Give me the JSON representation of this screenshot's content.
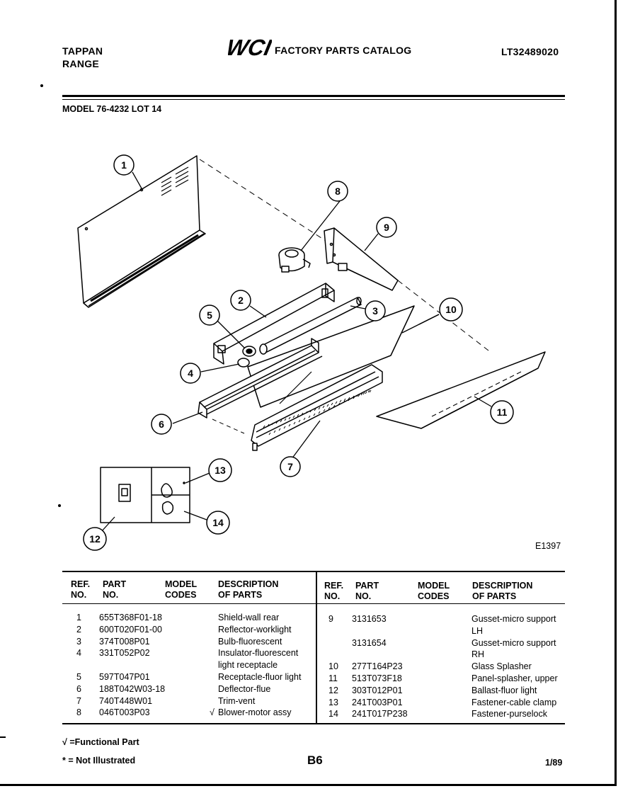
{
  "header": {
    "brand_line1": "TAPPAN",
    "brand_line2": "RANGE",
    "logo_text": "WCI",
    "catalog_title": "FACTORY PARTS CATALOG",
    "catalog_number": "LT32489020",
    "model": "MODEL 76-4232 LOT 14"
  },
  "diagram": {
    "figure_id": "E1397",
    "callouts": [
      "1",
      "2",
      "3",
      "4",
      "5",
      "6",
      "7",
      "8",
      "9",
      "10",
      "11",
      "12",
      "13",
      "14"
    ]
  },
  "table": {
    "left_headers": {
      "ref": "REF.\nNO.",
      "part": "PART\nNO.",
      "model": "MODEL\nCODES",
      "desc": "DESCRIPTION\nOF PARTS"
    },
    "right_headers": {
      "ref": "REF.\nNO.",
      "part": "PART\nNO.",
      "model": "MODEL\nCODES",
      "desc": "DESCRIPTION\nOF PARTS"
    },
    "left_rows": [
      {
        "ref": "1",
        "part": "655T368F01-18",
        "mark": "",
        "desc": "Shield-wall rear"
      },
      {
        "ref": "2",
        "part": "600T020F01-00",
        "mark": "",
        "desc": "Reflector-worklight"
      },
      {
        "ref": "3",
        "part": "374T008P01",
        "mark": "",
        "desc": "Bulb-fluorescent"
      },
      {
        "ref": "4",
        "part": "331T052P02",
        "mark": "",
        "desc": "Insulator-fluorescent"
      },
      {
        "ref": "",
        "part": "",
        "mark": "",
        "desc": "light receptacle"
      },
      {
        "ref": "5",
        "part": "597T047P01",
        "mark": "",
        "desc": "Receptacle-fluor light"
      },
      {
        "ref": "6",
        "part": "188T042W03-18",
        "mark": "",
        "desc": "Deflector-flue"
      },
      {
        "ref": "7",
        "part": "740T448W01",
        "mark": "",
        "desc": "Trim-vent"
      },
      {
        "ref": "8",
        "part": "046T003P03",
        "mark": "√",
        "desc": "Blower-motor assy"
      }
    ],
    "right_rows": [
      {
        "ref": "9",
        "part": "3131653",
        "desc": "Gusset-micro support"
      },
      {
        "ref": "",
        "part": "",
        "desc": "LH"
      },
      {
        "ref": "",
        "part": "3131654",
        "desc": "Gusset-micro support"
      },
      {
        "ref": "",
        "part": "",
        "desc": "RH"
      },
      {
        "ref": "10",
        "part": "277T164P23",
        "desc": "Glass Splasher"
      },
      {
        "ref": "11",
        "part": "513T073F18",
        "desc": "Panel-splasher, upper"
      },
      {
        "ref": "12",
        "part": "303T012P01",
        "desc": "Ballast-fluor light"
      },
      {
        "ref": "13",
        "part": "241T003P01",
        "desc": "Fastener-cable clamp"
      },
      {
        "ref": "14",
        "part": "241T017P238",
        "desc": "Fastener-purselock"
      }
    ]
  },
  "footer": {
    "functional_note": "√ =Functional Part",
    "not_illustrated_note": "* = Not Illustrated",
    "page": "B6",
    "date": "1/89"
  }
}
